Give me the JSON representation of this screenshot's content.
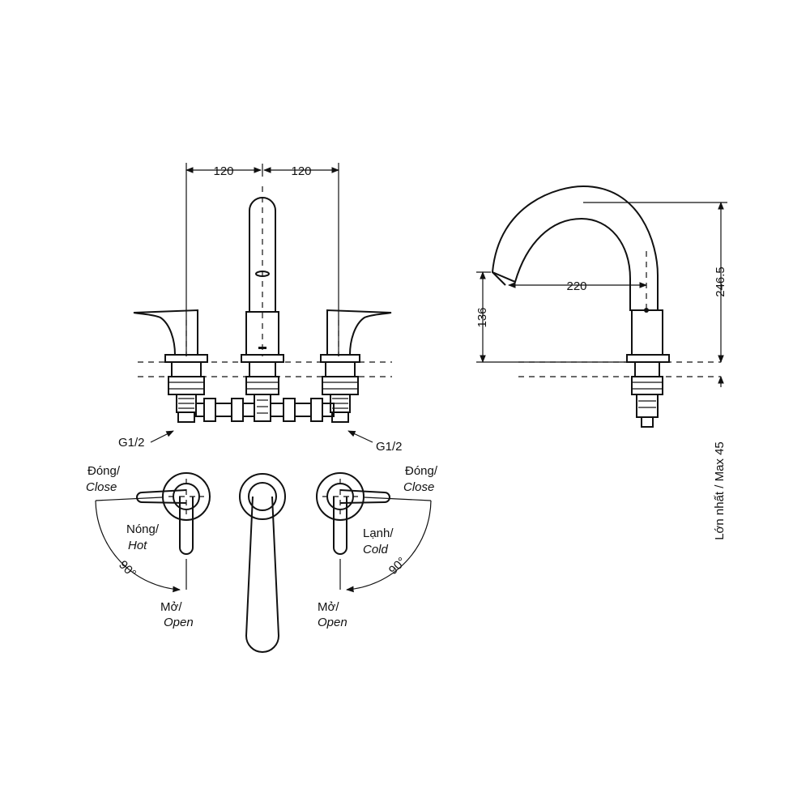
{
  "dimensions": {
    "left_spacing": "120",
    "right_spacing": "120",
    "spout_reach": "220",
    "deck_height": "136",
    "total_height": "246.5",
    "max_deck_thickness": "Lớn nhất / Max 45"
  },
  "connections": {
    "left_thread": "G1/2",
    "right_thread": "G1/2"
  },
  "handle_left": {
    "close_vn": "Đóng/",
    "close_en": "Close",
    "type_vn": "Nóng/",
    "type_en": "Hot",
    "open_vn": "Mở/",
    "open_en": "Open",
    "angle": "90°"
  },
  "handle_right": {
    "close_vn": "Đóng/",
    "close_en": "Close",
    "type_vn": "Lạnh/",
    "type_en": "Cold",
    "open_vn": "Mở/",
    "open_en": "Open",
    "angle": "90°"
  },
  "arrow_marker": "arrowhead-icon"
}
